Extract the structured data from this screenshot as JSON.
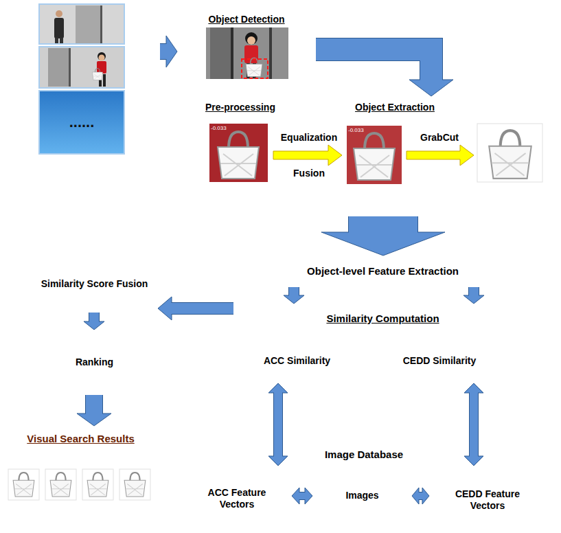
{
  "diagram": {
    "nodes": [
      {
        "text": [
          "......"
        ]
      },
      {
        "text": [
          "Object Detection"
        ]
      },
      {
        "text": [
          "Pre-processing",
          "Object Extraction"
        ]
      },
      {
        "text": [
          "Similarity Score Fusion"
        ]
      },
      {
        "text": [
          "Ranking"
        ]
      },
      {
        "text": [
          "Object-level Feature Extraction"
        ]
      },
      {
        "text": [
          "Similarity Computation"
        ]
      },
      {
        "text": [
          "ACC Similarity"
        ],
        "in": 6
      },
      {
        "text": [
          "CEDD Similarity"
        ],
        "in": 6
      },
      {
        "text": [
          "Visual Search Results"
        ]
      },
      {
        "text": [
          "Image Database"
        ]
      },
      {
        "text": [
          "ACC Feature Vectors"
        ],
        "in": 10
      },
      {
        "text": [
          "Images"
        ],
        "in": 10
      },
      {
        "text": [
          "CEDD Feature Vectors"
        ],
        "in": 10
      }
    ],
    "edges": [
      {
        "from": 0,
        "to": 1,
        "arrow": "to"
      },
      {
        "from": 1,
        "to": 2,
        "arrow": "to"
      },
      {
        "from": 2,
        "to": 5,
        "arrow": "to"
      },
      {
        "from": 5,
        "to": 6,
        "arrow": "to"
      },
      {
        "from": 5,
        "to": 6,
        "arrow": "to"
      },
      {
        "from": 6,
        "to": 3,
        "arrow": "to"
      },
      {
        "from": 3,
        "to": 4,
        "arrow": "to"
      },
      {
        "from": 4,
        "to": 9,
        "arrow": "to"
      },
      {
        "from": 7,
        "to": 11,
        "arrow": "both"
      },
      {
        "from": 8,
        "to": 13,
        "arrow": "both"
      },
      {
        "from": 11,
        "to": 12,
        "arrow": "both"
      },
      {
        "from": 12,
        "to": 13,
        "arrow": "both"
      }
    ],
    "labels": [
      "Equalization",
      "Fusion",
      "GrabCut",
      "-0.033",
      "-0.033"
    ]
  }
}
